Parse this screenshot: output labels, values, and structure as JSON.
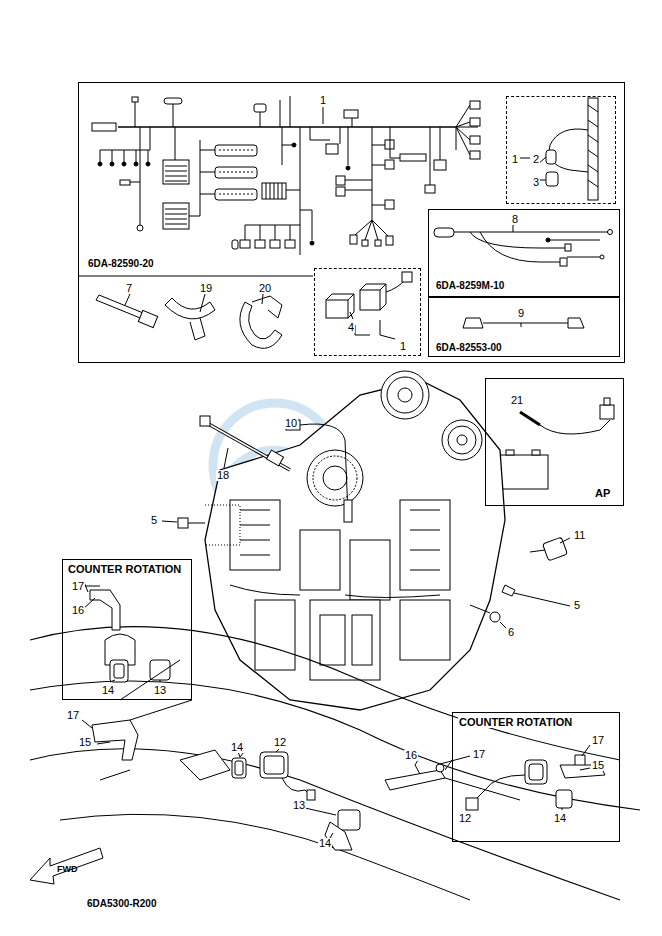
{
  "diagram": {
    "nodes": [
      {
        "text": [
          "1",
          "6DA-82590-20",
          "7",
          "19",
          "20"
        ]
      },
      {
        "text": [
          "1",
          "2",
          "3"
        ],
        "in": 0
      },
      {
        "text": [
          "4",
          "1"
        ],
        "in": 0
      },
      {
        "text": [
          "8",
          "6DA-8259M-10"
        ],
        "in": 0
      },
      {
        "text": [
          "9",
          "6DA-82553-00"
        ],
        "in": 0
      },
      {
        "text": [
          "21",
          "AP"
        ]
      },
      {
        "text": [
          "COUNTER ROTATION",
          "17",
          "16",
          "14",
          "13"
        ]
      },
      {
        "text": [
          "COUNTER ROTATION",
          "17",
          "15",
          "12",
          "14"
        ]
      }
    ],
    "labels": [
      "10",
      "18",
      "5",
      "11",
      "5",
      "6",
      "17",
      "15",
      "14",
      "12",
      "13",
      "17",
      "16",
      "14",
      "FWD",
      "6DA5300-R200"
    ]
  }
}
